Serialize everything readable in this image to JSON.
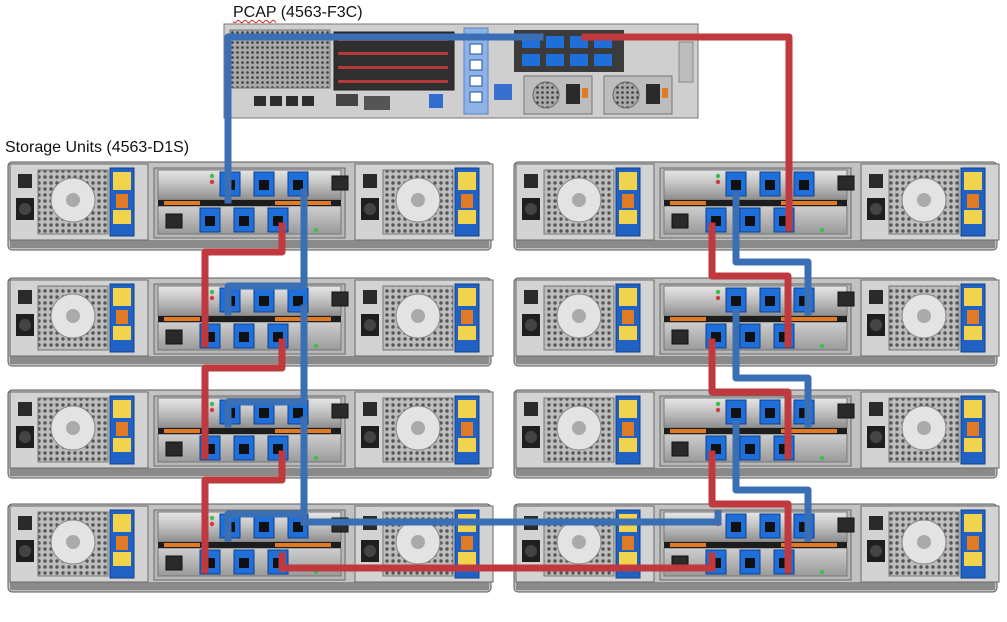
{
  "labels": {
    "pcap_word": "PCAP",
    "pcap_model": " (4563-F3C)",
    "storage_units": "Storage Units (4563-D1S)"
  },
  "colors": {
    "cable_blue": "#3a6fb5",
    "cable_red": "#c0393f",
    "port_blue": "#1e6fd9",
    "chassis_dark": "#3b3b3b",
    "chassis_light": "#c9c9c9",
    "accent_orange": "#e07a24",
    "psu_face": "#d8d8d8"
  },
  "icons": {
    "pcap_server": "rack-server-icon",
    "storage_enclosure": "storage-enclosure-icon",
    "power_supply": "power-supply-icon",
    "sas_port": "sas-port-icon",
    "fan": "fan-grille-icon"
  },
  "diagram": {
    "server_count": 1,
    "storage_columns": 2,
    "storage_rows": 4
  }
}
